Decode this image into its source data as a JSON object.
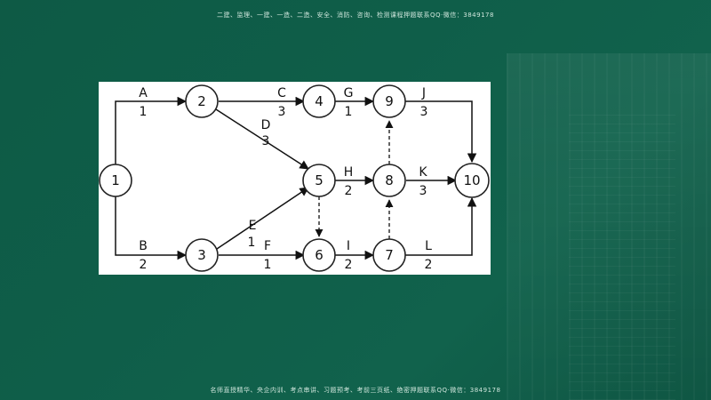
{
  "header_banner": "二建、监理、一建、一造、二造、安全、消防、咨询、检测课程押题联系QQ·微信：3849178",
  "footer_banner": "名师直授精华、央企内训、考点串讲、习题预考、考前三页纸、绝密押题联系QQ·微信：3849178",
  "diagram": {
    "nodes": [
      {
        "id": "n1",
        "label": "1"
      },
      {
        "id": "n2",
        "label": "2"
      },
      {
        "id": "n3",
        "label": "3"
      },
      {
        "id": "n4",
        "label": "4"
      },
      {
        "id": "n5",
        "label": "5"
      },
      {
        "id": "n6",
        "label": "6"
      },
      {
        "id": "n7",
        "label": "7"
      },
      {
        "id": "n8",
        "label": "8"
      },
      {
        "id": "n9",
        "label": "9"
      },
      {
        "id": "n10",
        "label": "10"
      }
    ],
    "activities": [
      {
        "name": "A",
        "duration": "1",
        "from": "1",
        "to": "2"
      },
      {
        "name": "B",
        "duration": "2",
        "from": "1",
        "to": "3"
      },
      {
        "name": "C",
        "duration": "3",
        "from": "2",
        "to": "4"
      },
      {
        "name": "D",
        "duration": "3",
        "from": "2",
        "to": "5"
      },
      {
        "name": "E",
        "duration": "1",
        "from": "3",
        "to": "5"
      },
      {
        "name": "F",
        "duration": "1",
        "from": "3",
        "to": "6"
      },
      {
        "name": "G",
        "duration": "1",
        "from": "4",
        "to": "9"
      },
      {
        "name": "H",
        "duration": "2",
        "from": "5",
        "to": "8"
      },
      {
        "name": "I",
        "duration": "2",
        "from": "6",
        "to": "7"
      },
      {
        "name": "J",
        "duration": "3",
        "from": "9",
        "to": "10"
      },
      {
        "name": "K",
        "duration": "3",
        "from": "8",
        "to": "10"
      },
      {
        "name": "L",
        "duration": "2",
        "from": "7",
        "to": "10"
      }
    ],
    "dummies": [
      {
        "from": "5",
        "to": "6"
      },
      {
        "from": "7",
        "to": "8"
      },
      {
        "from": "8",
        "to": "9"
      }
    ]
  }
}
